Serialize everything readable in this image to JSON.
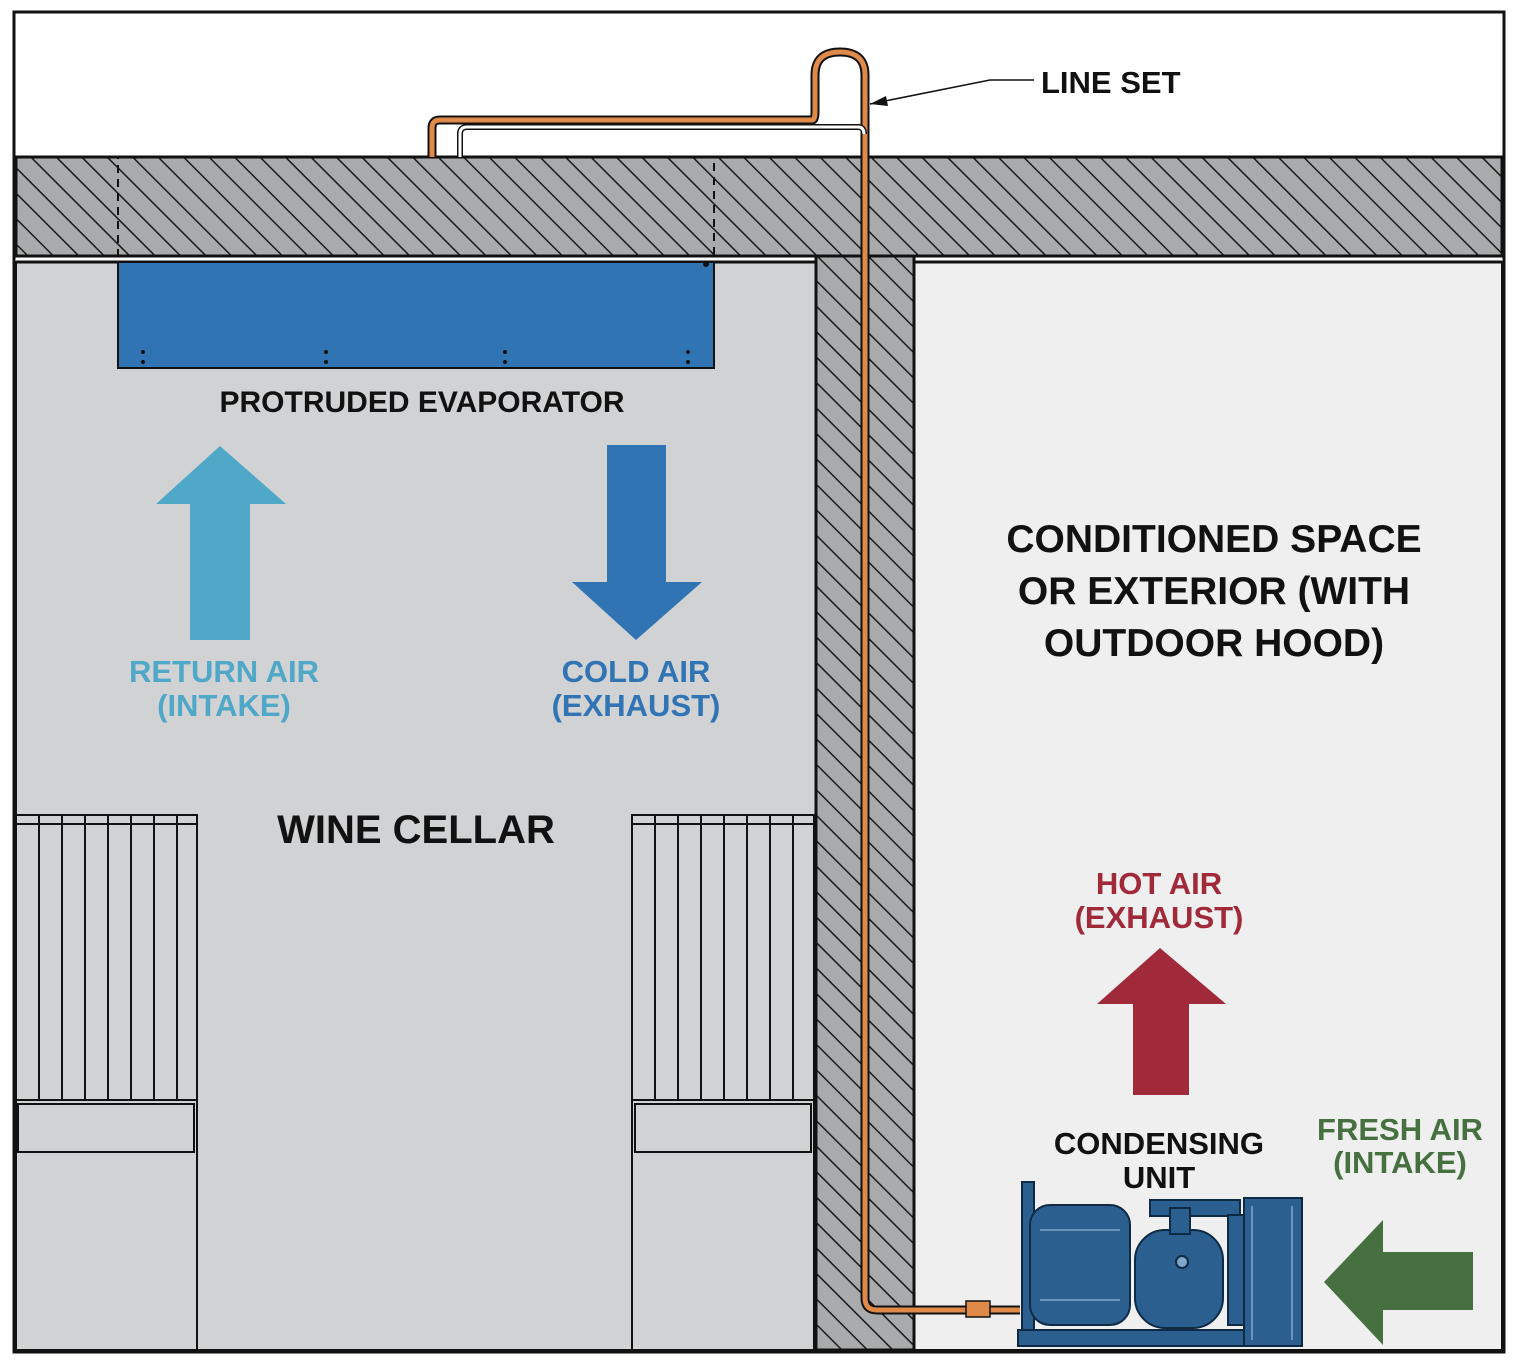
{
  "labels": {
    "line_set": "LINE SET",
    "evaporator": "PROTRUDED EVAPORATOR",
    "return_air_1": "RETURN AIR",
    "return_air_2": "(INTAKE)",
    "cold_air_1": "COLD AIR",
    "cold_air_2": "(EXHAUST)",
    "wine_cellar": "WINE CELLAR",
    "conditioned_1": "CONDITIONED SPACE",
    "conditioned_2": "OR EXTERIOR (WITH",
    "conditioned_3": "OUTDOOR HOOD)",
    "hot_air_1": "HOT AIR",
    "hot_air_2": "(EXHAUST)",
    "condensing_1": "CONDENSING",
    "condensing_2": "UNIT",
    "fresh_air_1": "FRESH AIR",
    "fresh_air_2": "(INTAKE)"
  },
  "colors": {
    "cellar_bg": "#d1d2d4",
    "exterior_bg": "#eeefee",
    "wall_fill": "#a9aaab",
    "evaporator": "#3174b4",
    "return_air": "#4fa8c8",
    "cold_air": "#3174b4",
    "hot_air": "#a0293a",
    "fresh_air": "#467040",
    "line_set": "#e08a4a",
    "condensing_unit": "#2a5f8f",
    "text": "#111111"
  }
}
